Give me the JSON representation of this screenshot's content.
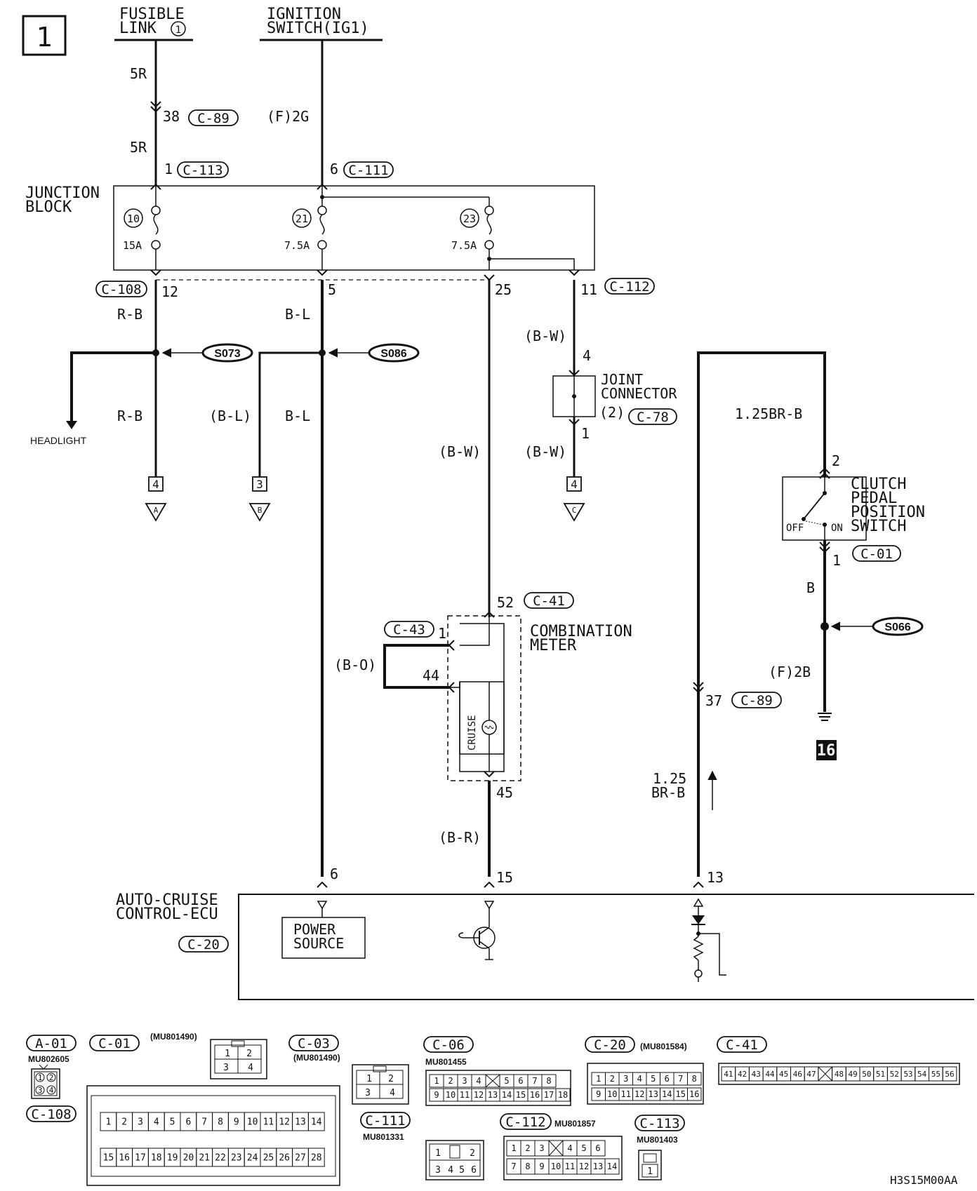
{
  "page_number": "1",
  "diagram_code": "H3S15M00AA",
  "sources": {
    "fusible_link": "FUSIBLE\nLINK",
    "fusible_link_number": "1",
    "ignition_switch": "IGNITION\nSWITCH(IG1)"
  },
  "junction_block": {
    "label": "JUNCTION\nBLOCK",
    "fuses": [
      {
        "number": "10",
        "rating": "15A"
      },
      {
        "number": "21",
        "rating": "7.5A"
      },
      {
        "number": "23",
        "rating": "7.5A"
      }
    ]
  },
  "wires": {
    "w5r_top": "5R",
    "w5r_mid": "5R",
    "pin38": "38",
    "c89a": "C-89",
    "f2g": "(F)2G",
    "pin1": "1",
    "c113": "C-113",
    "pin6": "6",
    "c111": "C-111",
    "c108": "C-108",
    "pin12": "12",
    "pin5": "5",
    "pin25": "25",
    "pin11": "11",
    "c112": "C-112",
    "rb1": "R-B",
    "bl1": "B-L",
    "bw1": "(B-W)",
    "pin4a": "4",
    "rb2": "R-B",
    "bl2p": "(B-L)",
    "bl2": "B-L",
    "bw2": "(B-W)",
    "bw3": "(B-W)",
    "pin1b": "1",
    "headlight": "HEADLIGHT",
    "w125brb": "1.25BR-B",
    "pin2": "2",
    "clutch_pin1": "1",
    "c01": "C-01",
    "wb": "B",
    "f2b": "(F)2B",
    "pin37": "37",
    "c89b": "C-89",
    "w125": "1.25",
    "brb": "BR-B",
    "pin52": "52",
    "c41": "C-41",
    "c43": "C-43",
    "pin1c": "1",
    "bo": "(B-O)",
    "pin44": "44",
    "pin45": "45",
    "br": "(B-R)",
    "pin6b": "6",
    "pin15": "15",
    "pin13": "13"
  },
  "splices": {
    "s073": "S073",
    "s086": "S086",
    "s066": "S066"
  },
  "joint_connector": {
    "label": "JOINT\nCONNECTOR",
    "index": "(2)",
    "code": "C-78"
  },
  "clutch_switch": {
    "label": "CLUTCH\nPEDAL\nPOSITION\nSWITCH",
    "off": "OFF",
    "on": "ON"
  },
  "combination_meter": {
    "label": "COMBINATION\nMETER",
    "cruise": "CRUISE"
  },
  "ecu": {
    "label": "AUTO-CRUISE\nCONTROL-ECU",
    "code": "C-20",
    "power_source": "POWER\nSOURCE"
  },
  "connections": [
    {
      "box": "4",
      "letter": "A"
    },
    {
      "box": "3",
      "letter": "B"
    },
    {
      "box": "4",
      "letter": "C"
    }
  ],
  "ground_number": "16",
  "connectors": {
    "a01": {
      "code": "A-01",
      "part": "MU802605",
      "pins": [
        "1",
        "2",
        "3",
        "4"
      ]
    },
    "c108": {
      "code": "C-108"
    },
    "c01": {
      "code": "C-01",
      "part": "(MU801490)",
      "pins": [
        "1",
        "2",
        "3",
        "4"
      ],
      "big_top": [
        "1",
        "2",
        "3",
        "4",
        "5",
        "6",
        "7",
        "8",
        "9",
        "10",
        "11",
        "12",
        "13",
        "14"
      ],
      "big_bottom": [
        "15",
        "16",
        "17",
        "18",
        "19",
        "20",
        "21",
        "22",
        "23",
        "24",
        "25",
        "26",
        "27",
        "28"
      ]
    },
    "c03": {
      "code": "C-03",
      "part": "(MU801490)",
      "pins": [
        "1",
        "2",
        "3",
        "4"
      ]
    },
    "c111": {
      "code": "C-111",
      "part": "MU801331",
      "pins": [
        "1",
        "2",
        "3",
        "4",
        "5",
        "6"
      ]
    },
    "c06": {
      "code": "C-06",
      "part": "MU801455",
      "top": [
        "1",
        "2",
        "3",
        "4",
        "",
        "5",
        "6",
        "7",
        "8"
      ],
      "bottom": [
        "9",
        "10",
        "11",
        "12",
        "13",
        "14",
        "15",
        "16",
        "17",
        "18"
      ]
    },
    "c112": {
      "code": "C-112",
      "part": "MU801857",
      "top": [
        "1",
        "2",
        "3",
        "",
        "4",
        "5",
        "6"
      ],
      "bottom": [
        "7",
        "8",
        "9",
        "10",
        "11",
        "12",
        "13",
        "14"
      ]
    },
    "c20": {
      "code": "C-20",
      "part": "(MU801584)",
      "top": [
        "1",
        "2",
        "3",
        "4",
        "5",
        "6",
        "7",
        "8"
      ],
      "bottom": [
        "9",
        "10",
        "11",
        "12",
        "13",
        "14",
        "15",
        "16"
      ]
    },
    "c113": {
      "code": "C-113",
      "part": "MU801403",
      "pins": [
        "1"
      ]
    },
    "c41": {
      "code": "C-41",
      "pins": [
        "41",
        "42",
        "43",
        "44",
        "45",
        "46",
        "47",
        "",
        "48",
        "49",
        "50",
        "51",
        "52",
        "53",
        "54",
        "55",
        "56"
      ]
    }
  }
}
